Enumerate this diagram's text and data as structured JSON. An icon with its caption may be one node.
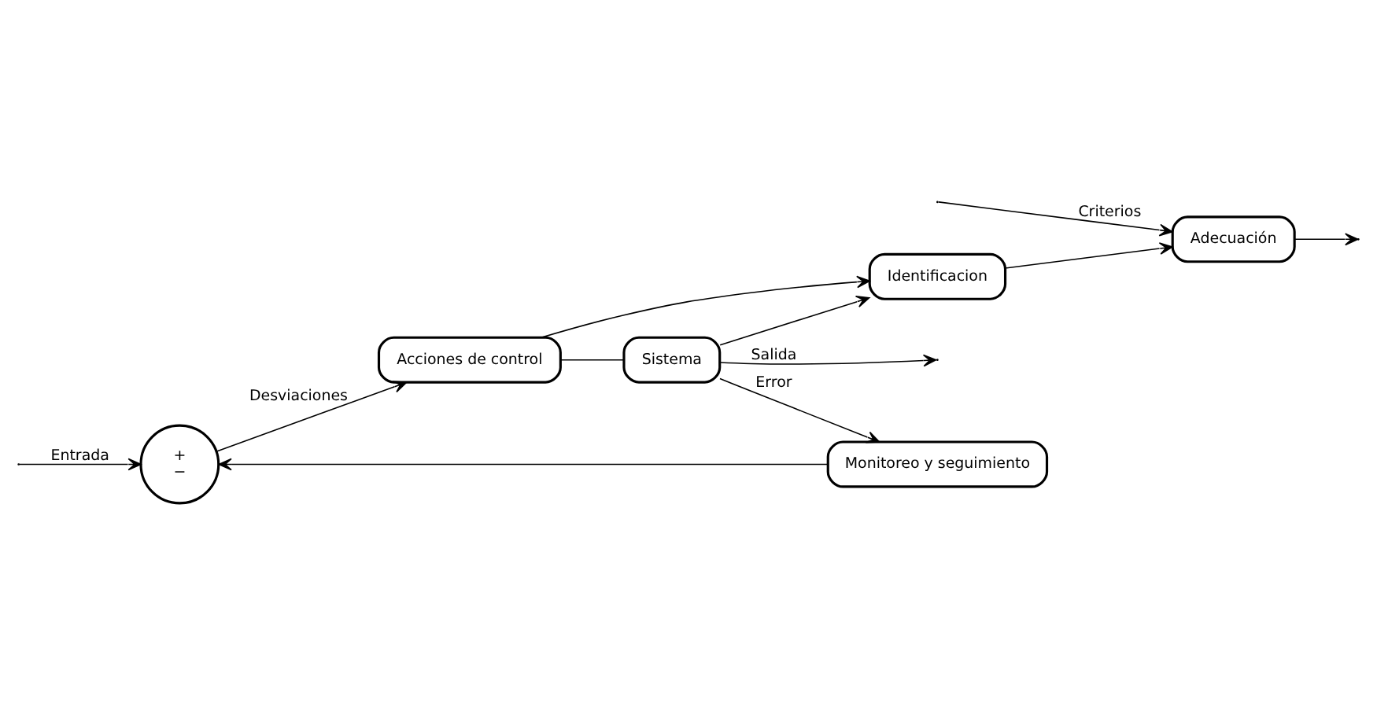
{
  "diagram": {
    "nodes": [
      {
        "text": [
          "+",
          "−"
        ]
      },
      {
        "text": [
          "Acciones de control"
        ]
      },
      {
        "text": [
          "Sistema"
        ]
      },
      {
        "text": [
          "Identificacion"
        ]
      },
      {
        "text": [
          "Adecuación"
        ]
      },
      {
        "text": [
          "Monitoreo y seguimiento"
        ]
      }
    ],
    "edges": [
      {
        "from": null,
        "to": 0,
        "arrow": "to",
        "label": "Entrada"
      },
      {
        "from": 0,
        "to": 1,
        "arrow": "to",
        "label": "Desviaciones"
      },
      {
        "from": 1,
        "to": 2,
        "arrow": "none"
      },
      {
        "from": 1,
        "to": 3,
        "arrow": "to"
      },
      {
        "from": 2,
        "to": null,
        "arrow": "to",
        "label": "Salida"
      },
      {
        "from": 2,
        "to": 3,
        "arrow": "to"
      },
      {
        "from": 2,
        "to": 5,
        "arrow": "to",
        "label": "Error"
      },
      {
        "from": null,
        "to": 4,
        "arrow": "to",
        "label": "Criterios"
      },
      {
        "from": 3,
        "to": 4,
        "arrow": "to"
      },
      {
        "from": 4,
        "to": null,
        "arrow": "to"
      },
      {
        "from": 5,
        "to": 0,
        "arrow": "to"
      }
    ]
  }
}
